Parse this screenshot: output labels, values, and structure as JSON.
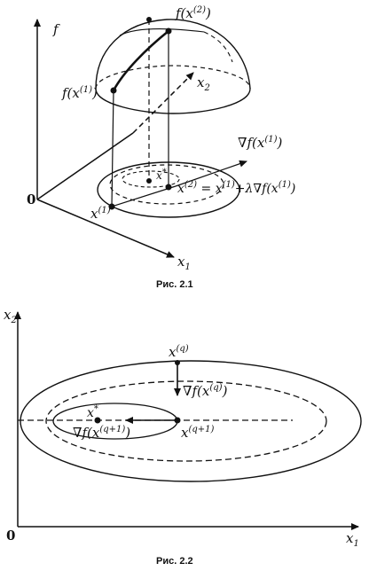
{
  "figure1": {
    "caption": "Рис. 2.1",
    "axis_f": "f",
    "axis_x1": "x",
    "axis_x1_sub": "1",
    "axis_x2": "x",
    "axis_x2_sub": "2",
    "origin": "0",
    "label_fx2_main": "f(x",
    "label_fx2_sup": "(2)",
    "label_fx2_close": ")",
    "label_fx1_main": "f(x",
    "label_fx1_sup": "(1)",
    "label_fx1_close": ")",
    "label_grad_main": "∇f(x",
    "label_grad_sup": "(1)",
    "label_grad_close": ")",
    "label_xstar": "x",
    "label_xstar_sup": "*",
    "label_x1pt": "x",
    "label_x1pt_sup": "(1)",
    "label_step_a": "x",
    "label_step_a_sup": "(2)",
    "label_step_b": " = x",
    "label_step_b_sup": "(1)",
    "label_step_c": "+λ∇f(x",
    "label_step_c_sup": "(1)",
    "label_step_d": ")"
  },
  "figure2": {
    "caption": "Рис. 2.2",
    "axis_x1": "x",
    "axis_x1_sub": "1",
    "axis_x2": "x",
    "axis_x2_sub": "2",
    "origin": "0",
    "label_xq": "x",
    "label_xq_sup": "(q)",
    "label_gradq_main": "∇f(x",
    "label_gradq_sup": "(q)",
    "label_gradq_close": ")",
    "label_xstar": "x",
    "label_xstar_sup": "*",
    "label_gradq1_main": "∇f(x",
    "label_gradq1_sup": "(q+1)",
    "label_gradq1_close": ")",
    "label_xq1": "x",
    "label_xq1_sup": "(q+1)"
  }
}
